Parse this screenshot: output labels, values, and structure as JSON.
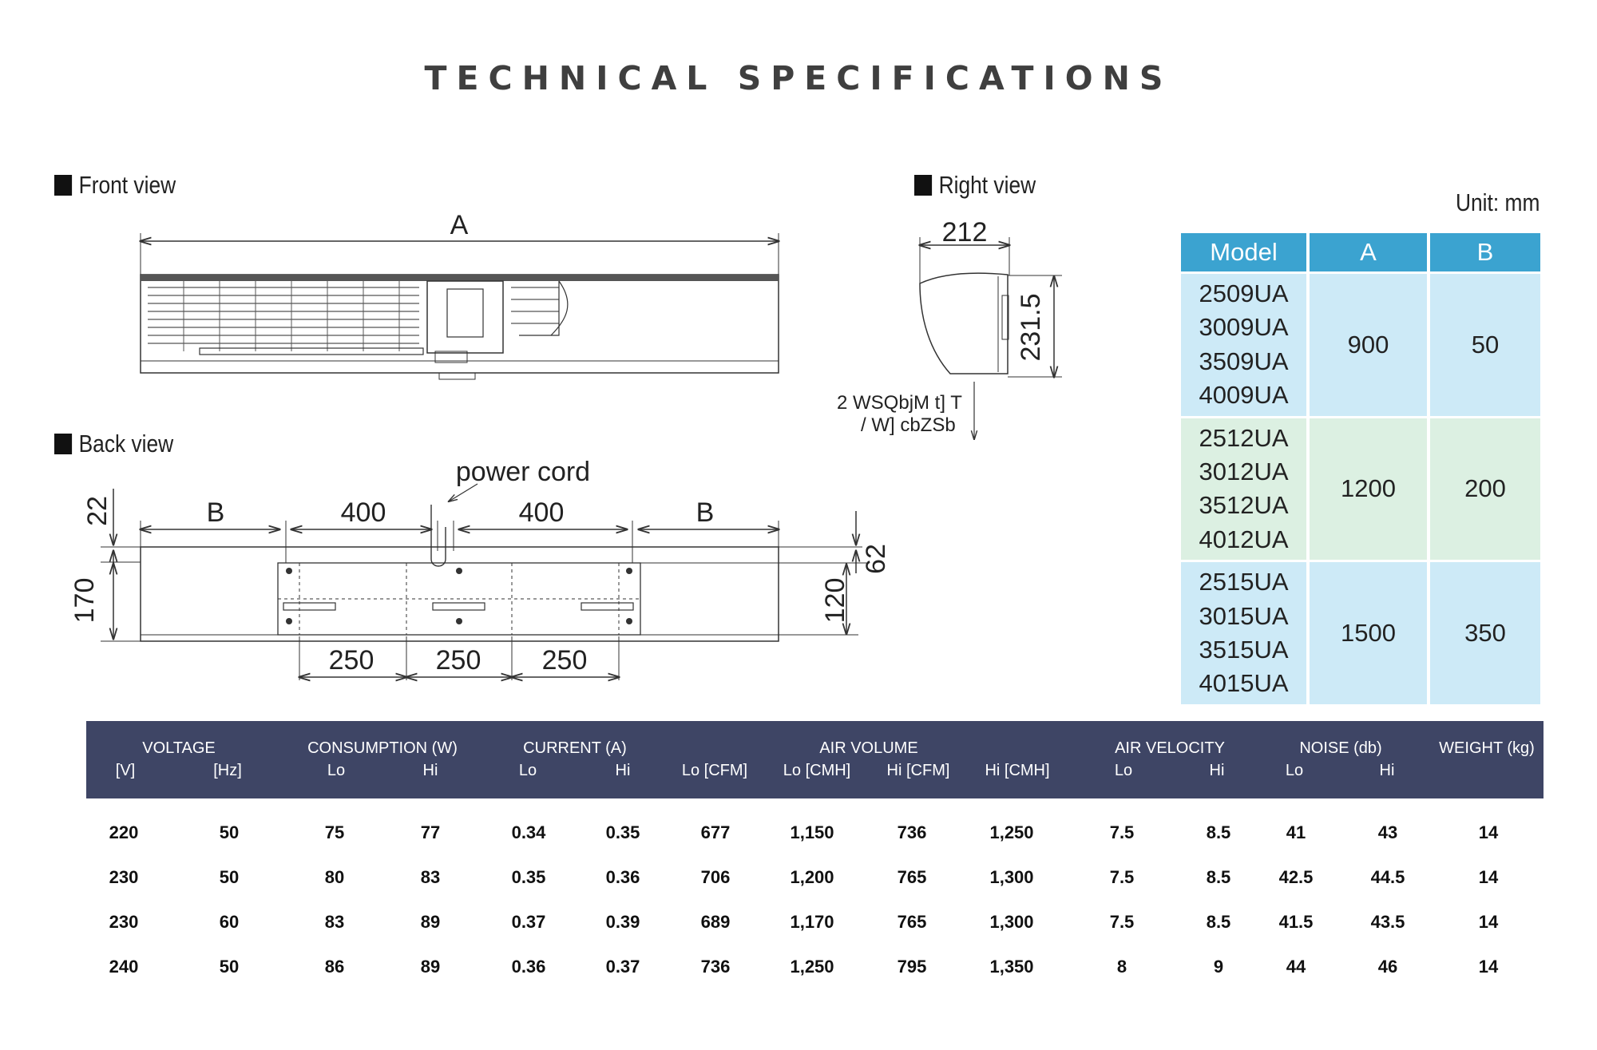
{
  "title": "TECHNICAL SPECIFICATIONS",
  "front_view": {
    "label": "Front view",
    "dim_a": "A"
  },
  "right_view": {
    "label": "Right view",
    "width": "212",
    "height": "231.5",
    "note_line1": "2 WSQbjM t] T",
    "note_line2": "/ W] cbZSb"
  },
  "back_view": {
    "label": "Back view",
    "power_cord": "power cord",
    "dim_b_left": "B",
    "dim_400_left": "400",
    "dim_400_right": "400",
    "dim_b_right": "B",
    "dim_22": "22",
    "dim_170": "170",
    "dim_62": "62",
    "dim_120": "120",
    "dim_250_1": "250",
    "dim_250_2": "250",
    "dim_250_3": "250"
  },
  "model_table": {
    "unit": "Unit: mm",
    "headers": [
      "Model",
      "A",
      "B"
    ],
    "groups": [
      {
        "models": [
          "2509UA",
          "3009UA",
          "3509UA",
          "4009UA"
        ],
        "a": "900",
        "b": "50"
      },
      {
        "models": [
          "2512UA",
          "3012UA",
          "3512UA",
          "4012UA"
        ],
        "a": "1200",
        "b": "200"
      },
      {
        "models": [
          "2515UA",
          "3015UA",
          "3515UA",
          "4015UA"
        ],
        "a": "1500",
        "b": "350"
      }
    ]
  },
  "spec_table": {
    "groups": [
      "VOLTAGE",
      "CONSUMPTION (W)",
      "CURRENT (A)",
      "AIR VOLUME",
      "AIR VELOCITY",
      "NOISE (db)",
      "WEIGHT (kg)"
    ],
    "subheaders": [
      "[V]",
      "[Hz]",
      "Lo",
      "Hi",
      "Lo",
      "Hi",
      "Lo [CFM]",
      "Lo [CMH]",
      "Hi [CFM]",
      "Hi [CMH]",
      "Lo",
      "Hi",
      "Lo",
      "Hi"
    ],
    "rows": [
      [
        "220",
        "50",
        "75",
        "77",
        "0.34",
        "0.35",
        "677",
        "1,150",
        "736",
        "1,250",
        "7.5",
        "8.5",
        "41",
        "43",
        "14"
      ],
      [
        "230",
        "50",
        "80",
        "83",
        "0.35",
        "0.36",
        "706",
        "1,200",
        "765",
        "1,300",
        "7.5",
        "8.5",
        "42.5",
        "44.5",
        "14"
      ],
      [
        "230",
        "60",
        "83",
        "89",
        "0.37",
        "0.39",
        "689",
        "1,170",
        "765",
        "1,300",
        "7.5",
        "8.5",
        "41.5",
        "43.5",
        "14"
      ],
      [
        "240",
        "50",
        "86",
        "89",
        "0.36",
        "0.37",
        "736",
        "1,250",
        "795",
        "1,350",
        "8",
        "9",
        "44",
        "46",
        "14"
      ]
    ]
  }
}
